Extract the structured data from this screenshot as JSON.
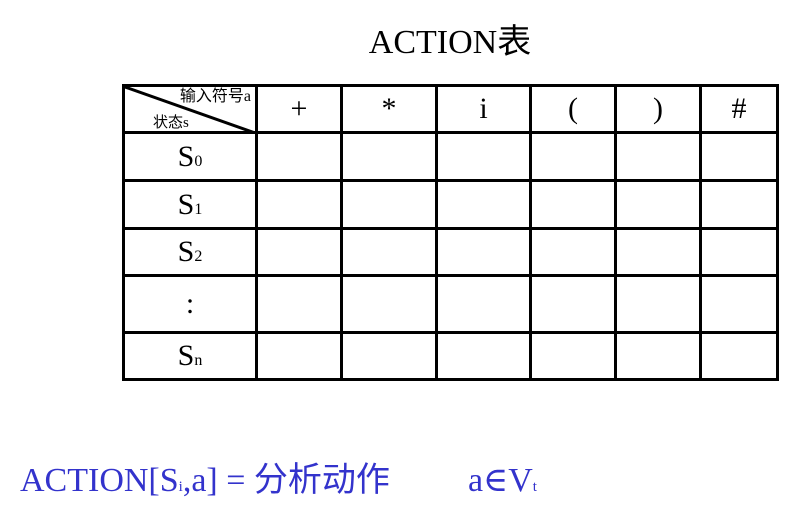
{
  "title": "ACTION表",
  "table": {
    "corner": {
      "top_label": "输入符号a",
      "bottom_label": "状态s"
    },
    "columns": [
      "+",
      "*",
      "i",
      "(",
      ")",
      "#"
    ],
    "rows": [
      {
        "state": "S",
        "sub": "0"
      },
      {
        "state": "S",
        "sub": "1"
      },
      {
        "state": "S",
        "sub": "2"
      },
      {
        "state": ":",
        "sub": ""
      },
      {
        "state": "S",
        "sub": "n"
      }
    ]
  },
  "formula": {
    "lhs": "ACTION[S",
    "lhs_sub": "i",
    "lhs_rest": ",a] = 分析动作",
    "cond": "a∈V",
    "cond_sub": "t",
    "color": "#3333cc"
  }
}
